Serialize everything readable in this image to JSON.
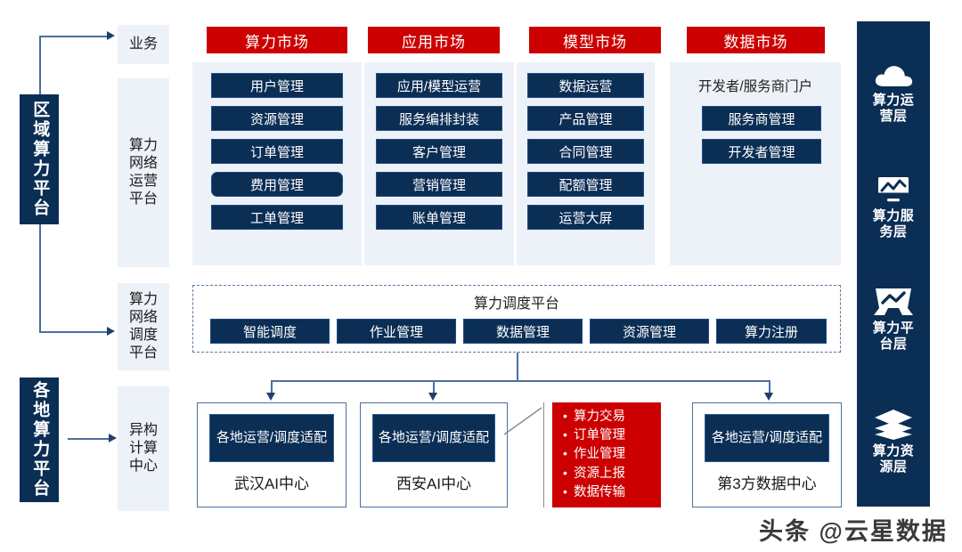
{
  "left_rail": {
    "regional_platform": "区域算力平台",
    "local_platform": "各地算力平台"
  },
  "stage_labels": [
    {
      "name": "business",
      "text": "业务"
    },
    {
      "name": "network-operation-platform",
      "text": "算力网络运营平台"
    },
    {
      "name": "network-scheduling-platform",
      "text": "算力网络调度平台"
    },
    {
      "name": "heterogeneous-compute-center",
      "text": "异构计算中心"
    }
  ],
  "markets": [
    {
      "id": "compute-market",
      "title": "算力市场",
      "items": [
        {
          "label": "用户管理",
          "style": "chip"
        },
        {
          "label": "资源管理",
          "style": "chip"
        },
        {
          "label": "订单管理",
          "style": "chip"
        },
        {
          "label": "费用管理",
          "style": "chip-round"
        },
        {
          "label": "工单管理",
          "style": "chip"
        }
      ]
    },
    {
      "id": "application-market",
      "title": "应用市场",
      "items": [
        {
          "label": "应用/模型运营",
          "style": "chip"
        },
        {
          "label": "服务编排封装",
          "style": "chip"
        },
        {
          "label": "客户管理",
          "style": "chip"
        },
        {
          "label": "营销管理",
          "style": "chip"
        },
        {
          "label": "账单管理",
          "style": "chip"
        }
      ]
    },
    {
      "id": "model-market",
      "title": "模型市场",
      "items": [
        {
          "label": "数据运营",
          "style": "chip"
        },
        {
          "label": "产品管理",
          "style": "chip"
        },
        {
          "label": "合同管理",
          "style": "chip"
        },
        {
          "label": "配额管理",
          "style": "chip"
        },
        {
          "label": "运营大屏",
          "style": "chip"
        }
      ]
    },
    {
      "id": "data-market",
      "title": "数据市场",
      "items": [
        {
          "label": "开发者/服务商门户",
          "style": "plain"
        },
        {
          "label": "服务商管理",
          "style": "chip"
        },
        {
          "label": "开发者管理",
          "style": "chip"
        }
      ]
    }
  ],
  "scheduling_platform": {
    "title": "算力调度平台",
    "items": [
      "智能调度",
      "作业管理",
      "数据管理",
      "资源管理",
      "算力注册"
    ]
  },
  "data_centers": [
    {
      "inner": "各地运营/调度适配",
      "caption": "武汉AI中心"
    },
    {
      "inner": "各地运营/调度适配",
      "caption": "西安AI中心"
    },
    {
      "inner": "各地运营/调度适配",
      "caption": "第3方数据中心"
    }
  ],
  "callout": {
    "items": [
      "算力交易",
      "订单管理",
      "作业管理",
      "资源上报",
      "数据传输"
    ]
  },
  "layer_rail": [
    {
      "icon": "cloud-icon",
      "label": "算力运营层"
    },
    {
      "icon": "monitor-chart-icon",
      "label": "算力服务层"
    },
    {
      "icon": "platform-chart-icon",
      "label": "算力平台层"
    },
    {
      "icon": "stacked-layers-icon",
      "label": "算力资源层"
    }
  ],
  "watermark": "头条 @云星数据",
  "colors": {
    "red": "#CC0000",
    "navy": "#0B2E55",
    "panel": "#EDF1F8",
    "line": "#4A6FA0"
  }
}
